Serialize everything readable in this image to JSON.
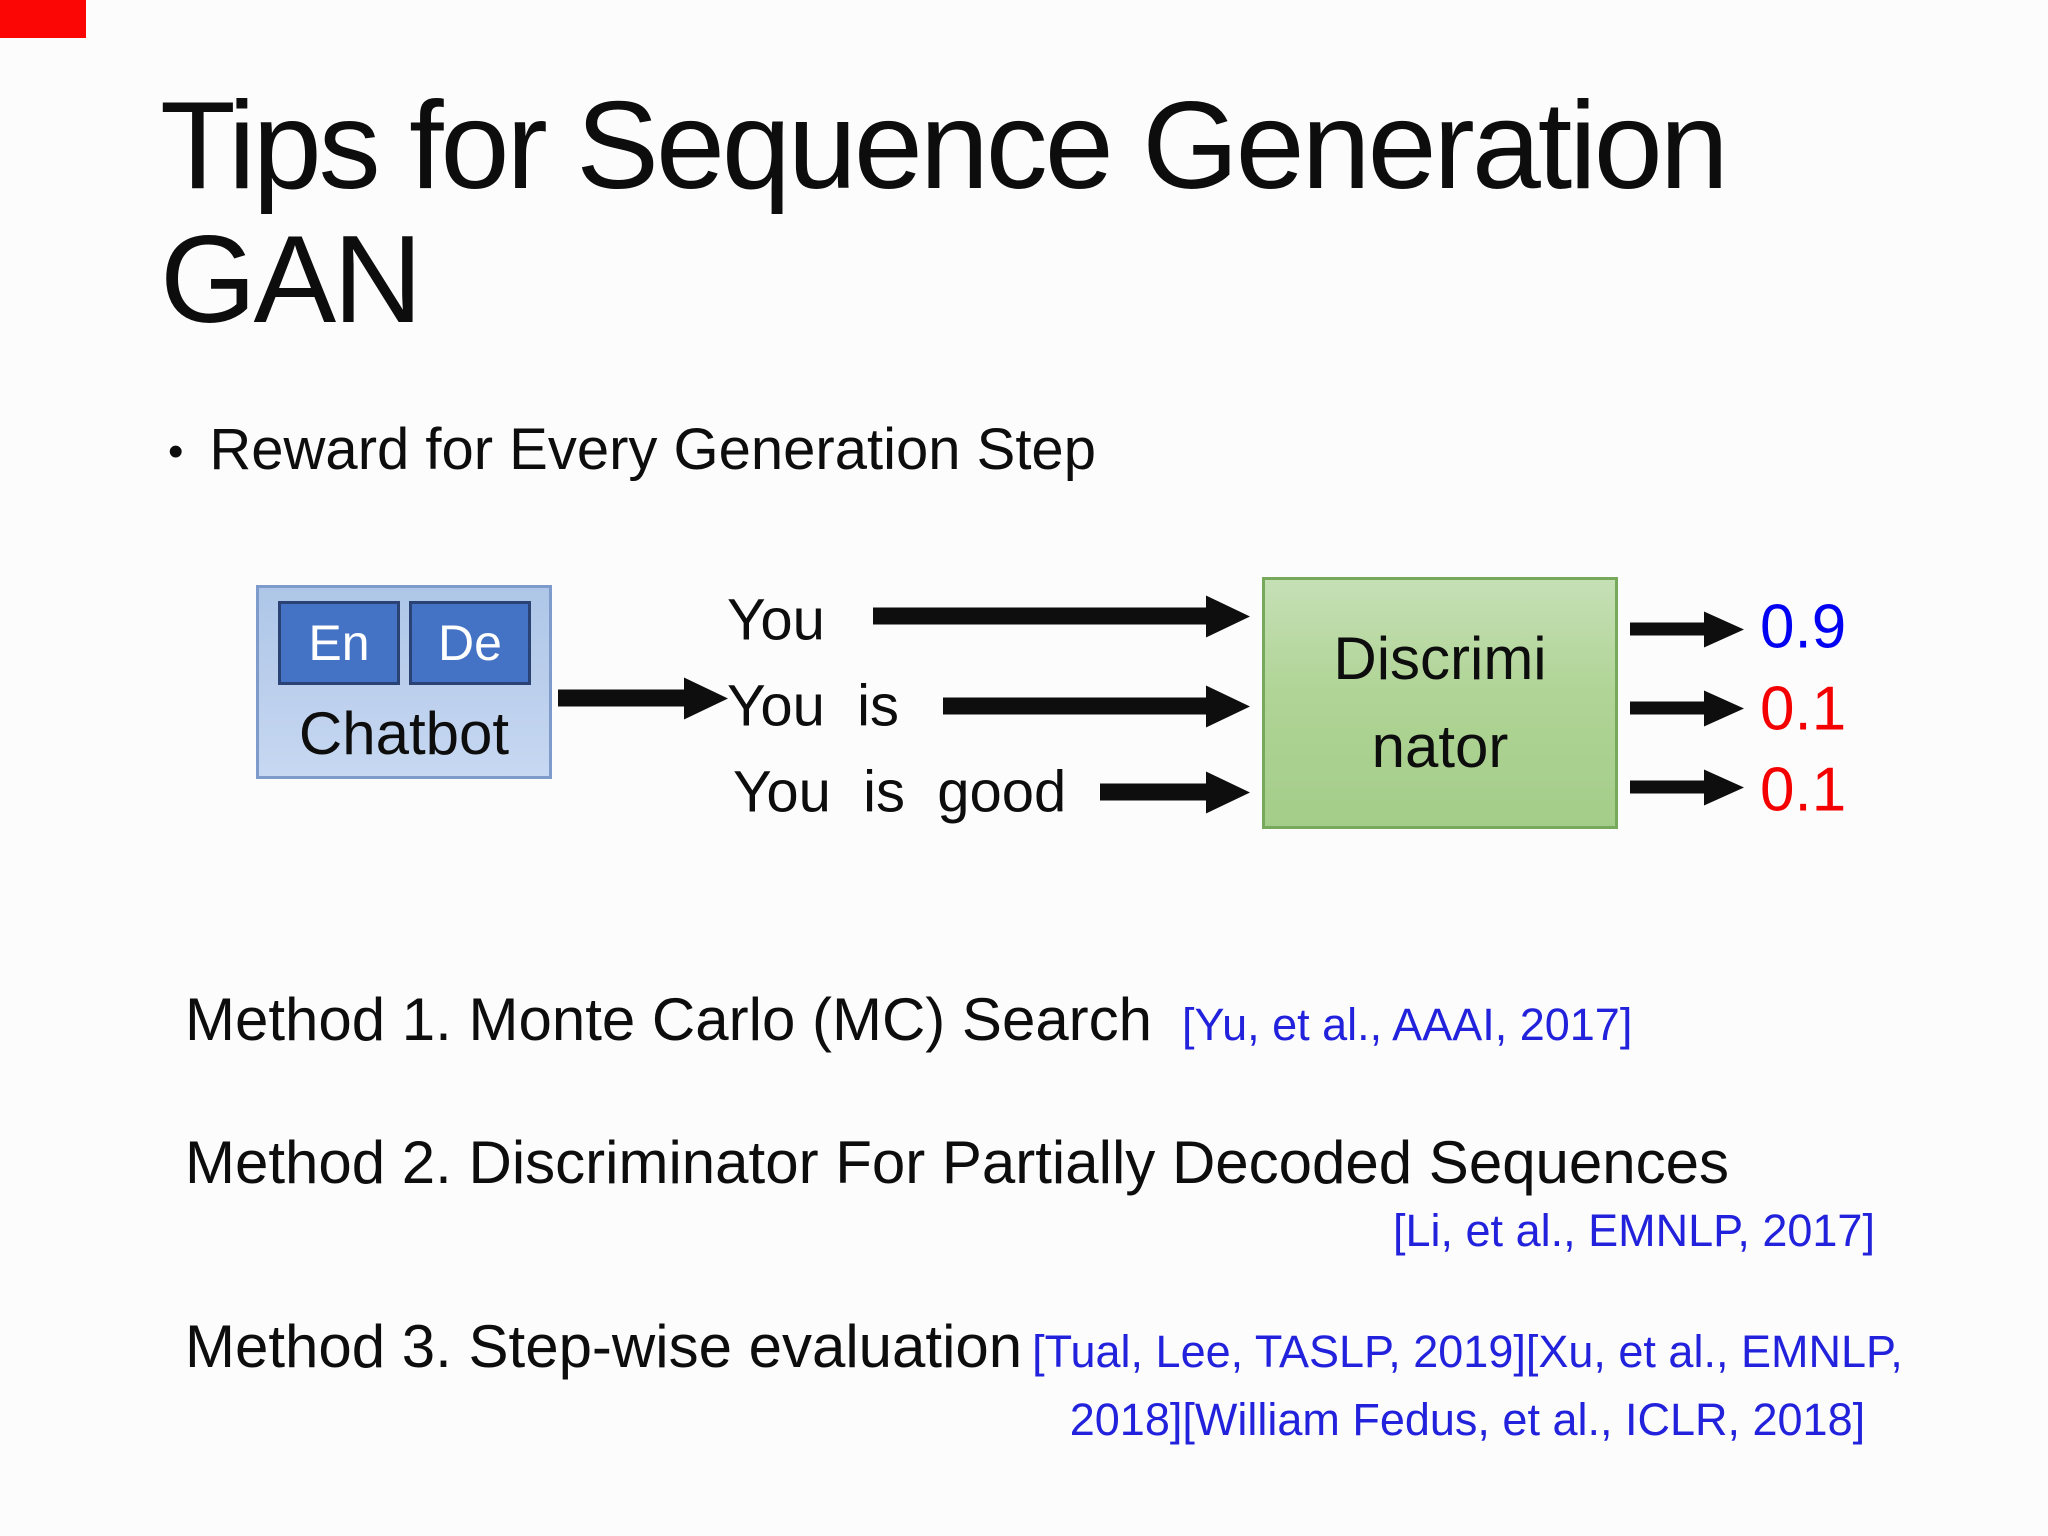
{
  "slide": {
    "title_line1": "Tips for Sequence Generation",
    "title_line2": "GAN",
    "bullet_glyph": "•",
    "bullet_text": "Reward for Every Generation Step"
  },
  "diagram": {
    "chatbot": {
      "encoder_label": "En",
      "decoder_label": "De",
      "label": "Chatbot"
    },
    "discriminator": {
      "label_line1": "Discrimi",
      "label_line2": "nator"
    },
    "sequences": [
      {
        "text": "You"
      },
      {
        "text": "You  is"
      },
      {
        "text": "You  is  good"
      }
    ],
    "outputs": [
      {
        "value": "0.9",
        "color": "#0202f2"
      },
      {
        "value": "0.1",
        "color": "#f40000"
      },
      {
        "value": "0.1",
        "color": "#f40000"
      }
    ]
  },
  "methods": [
    {
      "label": "Method 1. Monte Carlo (MC) Search",
      "citation": "[Yu, et al., AAAI, 2017]"
    },
    {
      "label": "Method 2. Discriminator For Partially Decoded Sequences",
      "citation": "[Li, et al., EMNLP, 2017]"
    },
    {
      "label": "Method 3. Step-wise evaluation",
      "citation_line1": "[Tual, Lee, TASLP, 2019][Xu, et al., EMNLP,",
      "citation_line2": "2018][William Fedus, et al., ICLR, 2018]"
    }
  ],
  "colors": {
    "citation_blue": "#2222dc",
    "output_blue": "#0202f2",
    "output_red": "#f40000",
    "chatbot_fill": "#bccfec",
    "chatbot_border": "#7e9bcc",
    "encoder_decoder_fill": "#4472c4",
    "encoder_decoder_border": "#2a4374",
    "discriminator_fill": "#a9d18e",
    "discriminator_border": "#76a95c",
    "corner_marker_red": "#fb0505",
    "text_black": "#0d0d0d",
    "background": "#fcfcfc"
  }
}
